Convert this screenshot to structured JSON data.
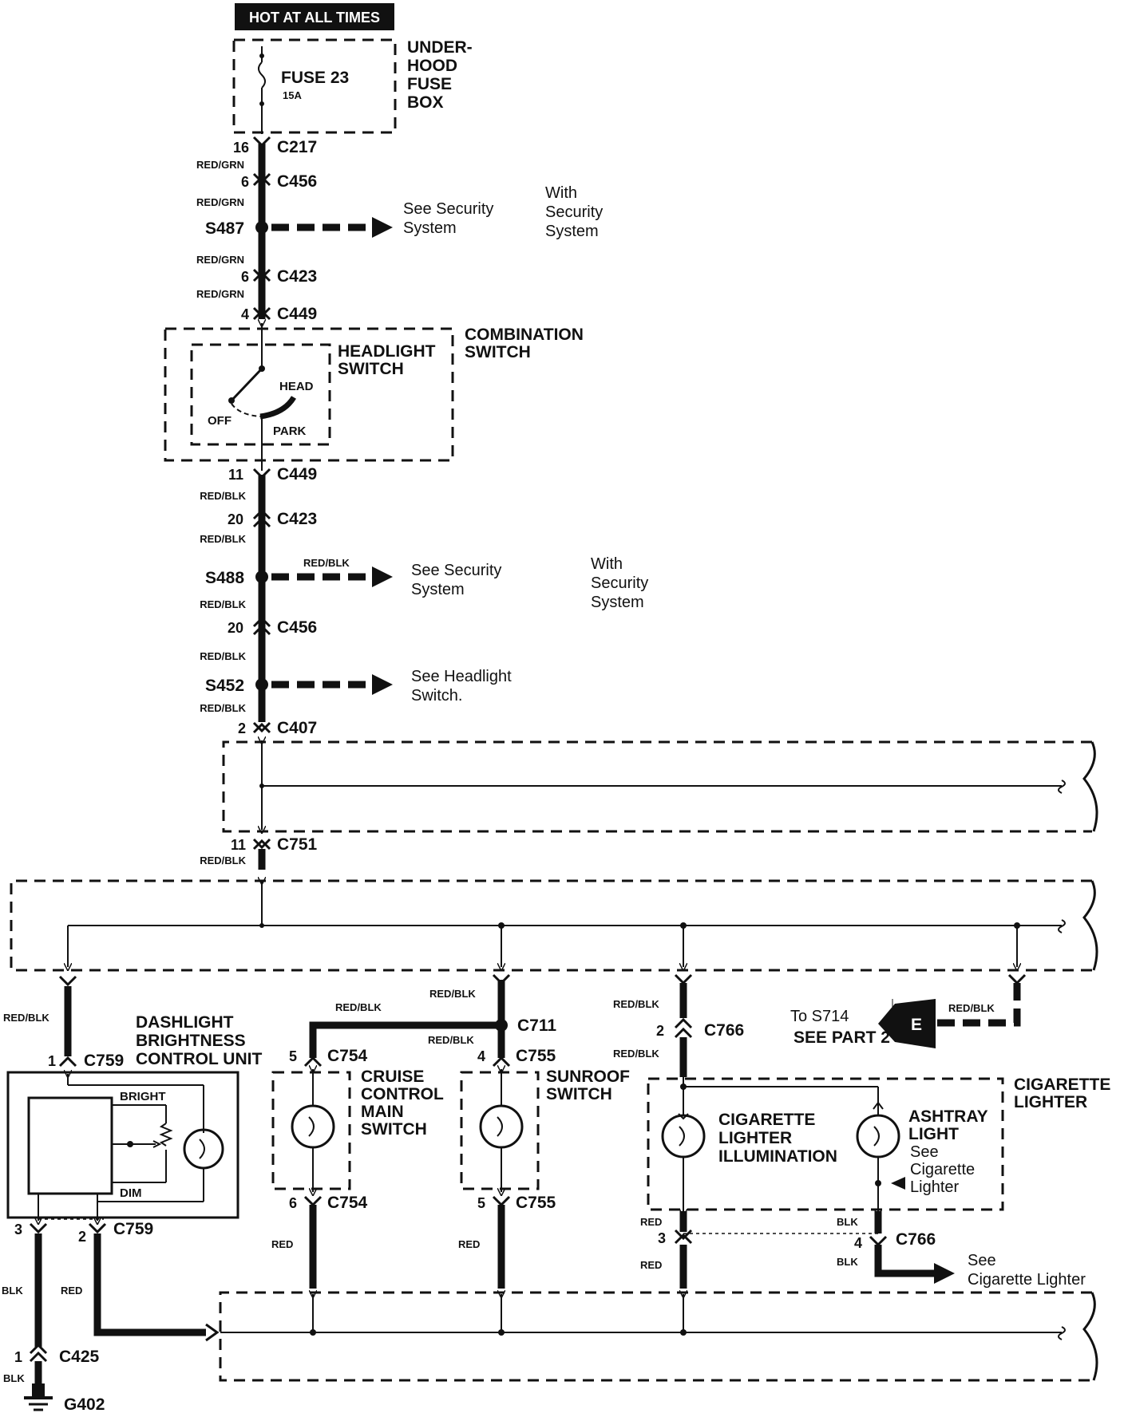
{
  "header": "HOT AT ALL TIMES",
  "fusebox": {
    "fuse": "FUSE 23",
    "rating": "15A",
    "name": [
      "UNDER-",
      "HOOD",
      "FUSE",
      "BOX"
    ]
  },
  "combination_switch": [
    "COMBINATION",
    "SWITCH"
  ],
  "headlight_switch": {
    "name": [
      "HEADLIGHT",
      "SWITCH"
    ],
    "positions": [
      "HEAD",
      "OFF",
      "PARK"
    ]
  },
  "wires": {
    "red_grn": "RED/GRN",
    "red_blk": "RED/BLK",
    "red": "RED",
    "blk": "BLK"
  },
  "connectors": {
    "c217": {
      "pin": "16",
      "name": "C217"
    },
    "c456_top": {
      "pin": "6",
      "name": "C456"
    },
    "c423_top": {
      "pin": "6",
      "name": "C423"
    },
    "c449_top": {
      "pin": "4",
      "name": "C449"
    },
    "c449_bot": {
      "pin": "11",
      "name": "C449"
    },
    "c423_bot": {
      "pin": "20",
      "name": "C423"
    },
    "c456_bot": {
      "pin": "20",
      "name": "C456"
    },
    "c407": {
      "pin": "2",
      "name": "C407"
    },
    "c751": {
      "pin": "11",
      "name": "C751"
    },
    "c759_top": {
      "pin": "1",
      "name": "C759"
    },
    "c759_pin3": "3",
    "c759_bot": {
      "pin": "2",
      "name": "C759"
    },
    "c754_top": {
      "pin": "5",
      "name": "C754"
    },
    "c754_bot": {
      "pin": "6",
      "name": "C754"
    },
    "c711": "C711",
    "c755_top": {
      "pin": "4",
      "name": "C755"
    },
    "c755_bot": {
      "pin": "5",
      "name": "C755"
    },
    "c766_top": {
      "pin": "2",
      "name": "C766"
    },
    "c766_bot_pin3": "3",
    "c766_bot": {
      "pin": "4",
      "name": "C766"
    },
    "c425": {
      "pin": "1",
      "name": "C425"
    },
    "g402": "G402"
  },
  "splices": {
    "s487": "S487",
    "s488": "S488",
    "s452": "S452"
  },
  "references": {
    "security_1": [
      "See Security",
      "System"
    ],
    "security_2": [
      "See Security",
      "System"
    ],
    "with_security": [
      "With",
      "Security",
      "System"
    ],
    "headlight": [
      "See Headlight",
      "Switch."
    ],
    "s714": [
      "To S714",
      "SEE PART 2"
    ],
    "s714_arrow": "E",
    "cig_right": [
      "See",
      "Cigarette  Lighter"
    ],
    "ashtray_see": [
      "See",
      "Cigarette",
      "Lighter"
    ]
  },
  "components": {
    "dashlight": [
      "DASHLIGHT",
      "BRIGHTNESS",
      "CONTROL UNIT"
    ],
    "dash_bright": "BRIGHT",
    "dash_dim": "DIM",
    "cruise": [
      "CRUISE",
      "CONTROL",
      "MAIN",
      "SWITCH"
    ],
    "sunroof": [
      "SUNROOF",
      "SWITCH"
    ],
    "cigarette_lighter": [
      "CIGARETTE",
      "LIGHTER"
    ],
    "cig_illum": [
      "CIGARETTE",
      "LIGHTER",
      "ILLUMINATION"
    ],
    "ashtray": [
      "ASHTRAY",
      "LIGHT"
    ]
  }
}
